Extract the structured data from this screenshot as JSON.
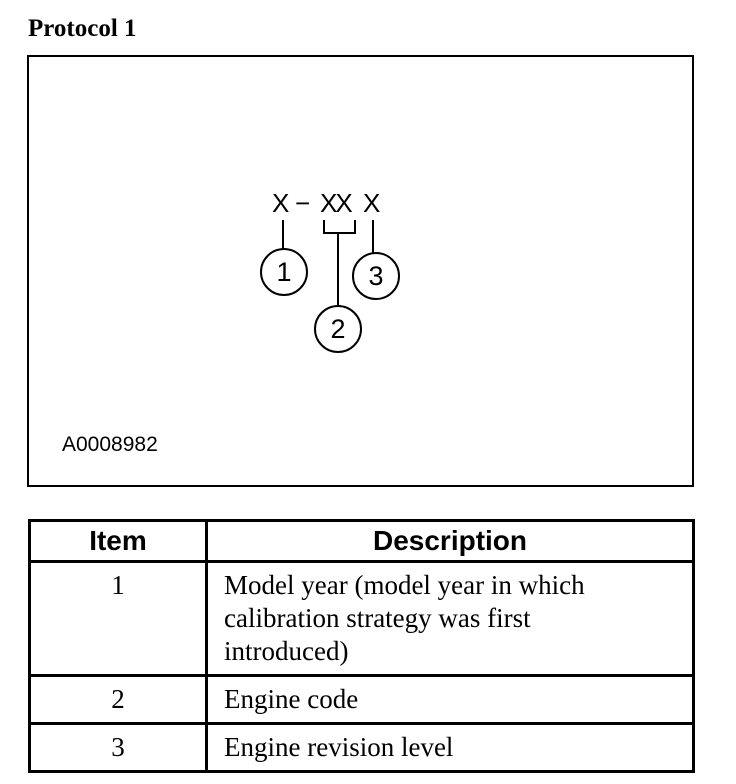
{
  "page_title": "Protocol 1",
  "figure": {
    "code": {
      "first": "X",
      "dash": "−",
      "middle": "XX",
      "last": "X"
    },
    "callouts": [
      "1",
      "2",
      "3"
    ],
    "figure_id": "A0008982"
  },
  "table": {
    "headers": {
      "item": "Item",
      "description": "Description"
    },
    "rows": [
      {
        "item": "1",
        "description": "Model year (model year in which calibration strategy was first introduced)"
      },
      {
        "item": "2",
        "description": "Engine code"
      },
      {
        "item": "3",
        "description": "Engine revision level"
      }
    ]
  },
  "colors": {
    "ink": "#000000",
    "background": "#ffffff"
  }
}
